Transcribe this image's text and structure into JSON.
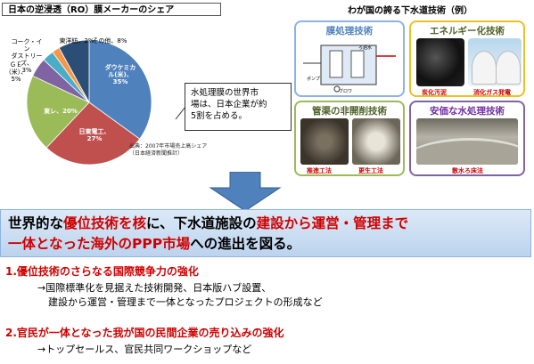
{
  "pie": {
    "title": "日本の逆浸透（RO）膜メーカーのシェア",
    "slices_text": {
      "dow": [
        "ダウケミカ",
        "ル(米)、",
        "35%"
      ],
      "nitto": [
        "日東電工、",
        "27%"
      ],
      "toray": [
        "東レ、20%"
      ],
      "ge": [
        "ＧＥ（米）、",
        "5%"
      ],
      "koch": [
        "コーク・イン",
        "ダストリーズ、",
        "3%"
      ],
      "toyobo": [
        "東洋紡、2%"
      ],
      "other": [
        "その他、8%"
      ]
    },
    "source": [
      "出典：2007年市場売上高シェア",
      "（日本経済新聞推計）"
    ]
  },
  "chart_data": {
    "type": "pie",
    "title": "日本の逆浸透（RO）膜メーカーのシェア",
    "categories": [
      "ダウケミカル(米)",
      "日東電工",
      "東レ",
      "ＧＥ（米）",
      "コーク・インダストリーズ",
      "東洋紡",
      "その他"
    ],
    "values": [
      35,
      27,
      20,
      5,
      3,
      2,
      8
    ],
    "colors": [
      "#4f81bd",
      "#c0504d",
      "#9bbb59",
      "#8064a2",
      "#4bacc6",
      "#f79646",
      "#2c4d75"
    ]
  },
  "callout": [
    "水処理膜の世界市",
    "場は、日本企業が約",
    "5割を占める。"
  ],
  "tech": {
    "title": "わが国の誇る下水道技術（例）",
    "panels": {
      "membrane": "膜処理技術",
      "energy": "エネルギー化技術",
      "pipe": "管渠の非開削技術",
      "cheap": "安価な水処理技術"
    },
    "captions": {
      "carbon": "炭化汚泥",
      "biogas": "消化ガス発電",
      "jacking": "推進工法",
      "rehab": "更生工法",
      "trickling": "散水ろ床法"
    },
    "diagram_labels": [
      "ろ過水",
      "ポンプ",
      "ブロワ"
    ]
  },
  "banner": {
    "line1_parts": [
      "世界的な",
      "優位技術を核",
      "に、下水道施設の",
      "建設から運営・管理まで"
    ],
    "line2_parts": [
      "一体となった",
      "海外のPPP市場",
      "への進出を図る。"
    ]
  },
  "items": {
    "h1": "1.優位技術のさらなる国際競争力の強化",
    "b1": "→国際標準化を見据えた技術開発、日本版ハブ設置、",
    "b2": "建設から運営・管理まで一体となったプロジェクトの形成など",
    "h2": "2.官民が一体となった我が国の民間企業の売り込みの強化",
    "b3": "→トップセールス、官民共同ワークショップなど"
  }
}
